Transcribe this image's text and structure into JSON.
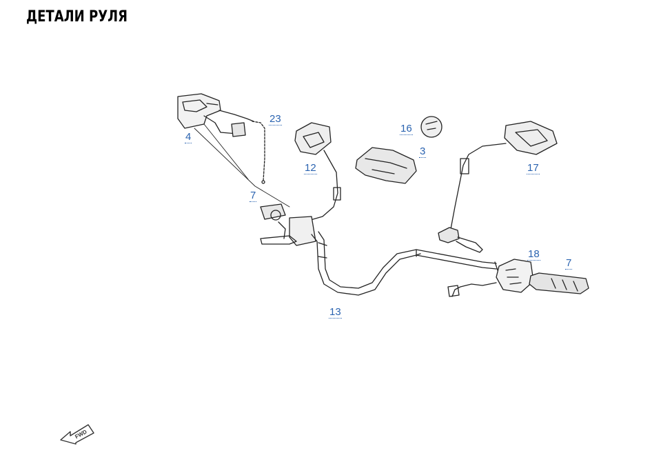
{
  "title": "ДЕТАЛИ РУЛЯ",
  "callouts": {
    "c4": "4",
    "c23": "23",
    "c12": "12",
    "c16": "16",
    "c3": "3",
    "c17": "17",
    "c7a": "7",
    "c18": "18",
    "c7b": "7",
    "c13": "13"
  },
  "fwd_label": "FWD",
  "colors": {
    "callout": "#2a63b0",
    "line": "#222222"
  }
}
